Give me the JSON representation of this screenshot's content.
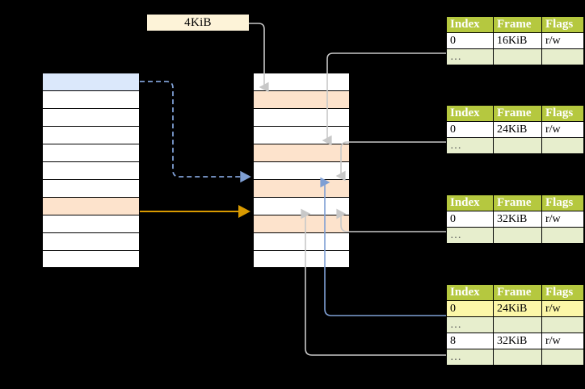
{
  "diagram": {
    "title_chip": {
      "label": "4KiB"
    },
    "virtual_column": {
      "name": "virtual-address-space-column",
      "row_count": 11,
      "rows": [
        {
          "fill": "blue"
        },
        {
          "fill": "white"
        },
        {
          "fill": "white"
        },
        {
          "fill": "white"
        },
        {
          "fill": "white"
        },
        {
          "fill": "white"
        },
        {
          "fill": "white"
        },
        {
          "fill": "orange"
        },
        {
          "fill": "white"
        },
        {
          "fill": "white"
        },
        {
          "fill": "white"
        }
      ]
    },
    "physical_column": {
      "name": "physical-memory-column",
      "row_count": 11,
      "rows": [
        {
          "fill": "white"
        },
        {
          "fill": "orange"
        },
        {
          "fill": "white"
        },
        {
          "fill": "white"
        },
        {
          "fill": "orange"
        },
        {
          "fill": "white"
        },
        {
          "fill": "orange"
        },
        {
          "fill": "white"
        },
        {
          "fill": "orange"
        },
        {
          "fill": "white"
        },
        {
          "fill": "white"
        }
      ]
    },
    "colors": {
      "header_green": "#b5c83f",
      "ellipsis_row": "#e7eecd",
      "blue_fill": "#dbe8fb",
      "orange_fill": "#fde3cc",
      "chip_fill": "#fdf3d8",
      "highlight_yellow": "#fcf7a8",
      "orange_arrow": "#d99a00",
      "blue_arrow": "#7f9fd4",
      "gray_wire": "#c8c8c8"
    },
    "page_tables": [
      {
        "name": "page-table-1",
        "headers": [
          "Index",
          "Frame",
          "Flags"
        ],
        "rows": [
          {
            "index": "0",
            "frame": "16KiB",
            "flags": "r/w",
            "kind": "data"
          },
          {
            "index": "…",
            "frame": "",
            "flags": "",
            "kind": "ellipsis"
          }
        ]
      },
      {
        "name": "page-table-2",
        "headers": [
          "Index",
          "Frame",
          "Flags"
        ],
        "rows": [
          {
            "index": "0",
            "frame": "24KiB",
            "flags": "r/w",
            "kind": "data"
          },
          {
            "index": "…",
            "frame": "",
            "flags": "",
            "kind": "ellipsis"
          }
        ]
      },
      {
        "name": "page-table-3",
        "headers": [
          "Index",
          "Frame",
          "Flags"
        ],
        "rows": [
          {
            "index": "0",
            "frame": "32KiB",
            "flags": "r/w",
            "kind": "data"
          },
          {
            "index": "…",
            "frame": "",
            "flags": "",
            "kind": "ellipsis"
          }
        ]
      },
      {
        "name": "page-table-4",
        "headers": [
          "Index",
          "Frame",
          "Flags"
        ],
        "rows": [
          {
            "index": "0",
            "frame": "24KiB",
            "flags": "r/w",
            "kind": "data",
            "highlight": [
              "index",
              "frame",
              "flags"
            ]
          },
          {
            "index": "…",
            "frame": "",
            "flags": "",
            "kind": "ellipsis"
          },
          {
            "index": "8",
            "frame": "32KiB",
            "flags": "r/w",
            "kind": "data"
          },
          {
            "index": "…",
            "frame": "",
            "flags": "",
            "kind": "ellipsis"
          }
        ]
      }
    ]
  }
}
